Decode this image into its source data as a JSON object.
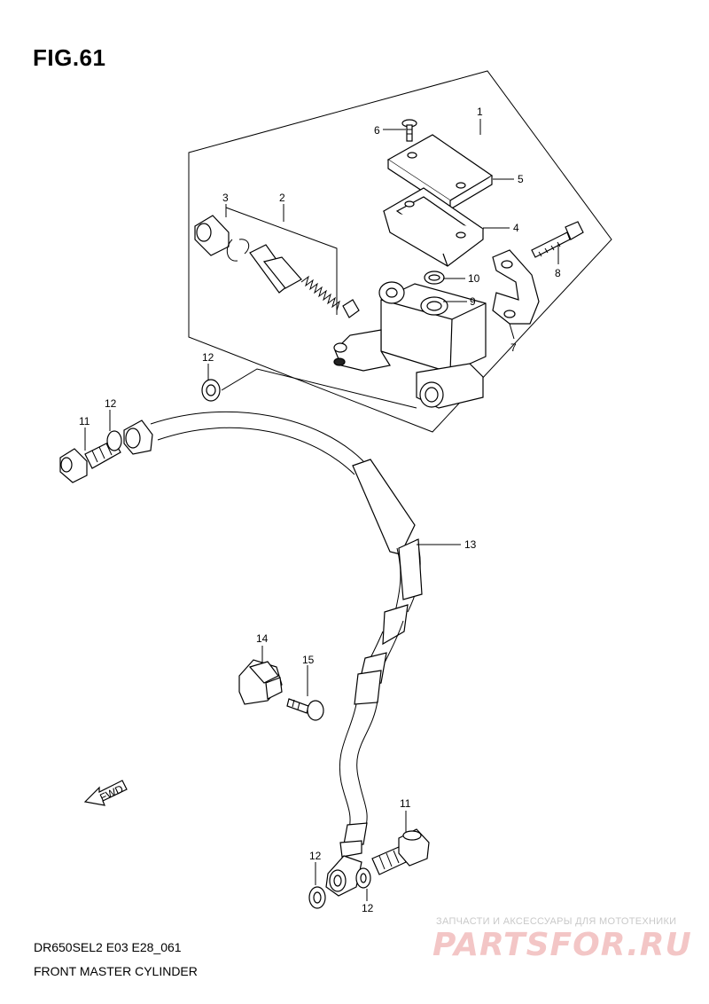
{
  "figure": {
    "title": "FIG.61",
    "model_code": "DR650SEL2 E03 E28_061",
    "name": "FRONT MASTER CYLINDER"
  },
  "callouts": {
    "c1": "1",
    "c2": "2",
    "c3": "3",
    "c4": "4",
    "c5": "5",
    "c6": "6",
    "c7": "7",
    "c8": "8",
    "c9": "9",
    "c10": "10",
    "c11a": "11",
    "c11b": "11",
    "c12a": "12",
    "c12b": "12",
    "c12c": "12",
    "c12d": "12",
    "c13": "13",
    "c14": "14",
    "c15": "15"
  },
  "direction_marker": "FWD",
  "watermark": {
    "tagline": "ЗАПЧАСТИ И АКСЕССУАРЫ ДЛЯ МОТОТЕХНИКИ",
    "logo": "PARTSFOR.RU"
  },
  "colors": {
    "line": "#000000",
    "watermark_logo": "#f3c6c6",
    "watermark_text": "#c9c9c9"
  }
}
